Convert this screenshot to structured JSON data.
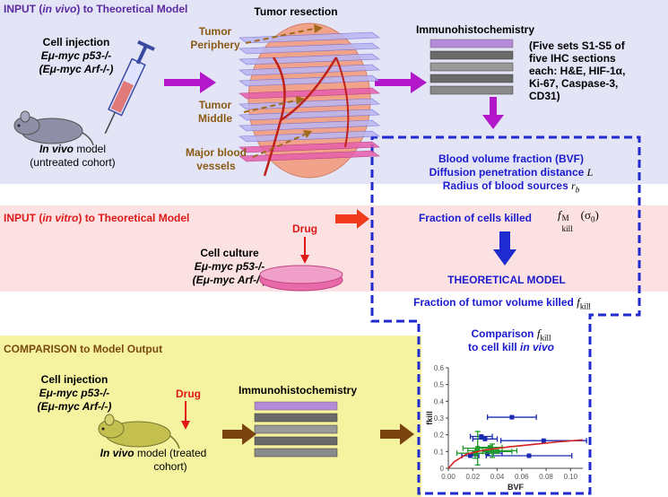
{
  "panels": {
    "invivo": {
      "title_prefix": "INPUT (",
      "title_em": "in vivo",
      "title_suffix": ") to Theoretical Model"
    },
    "invitro": {
      "title_prefix": "INPUT (",
      "title_em": "in vitro",
      "title_suffix": ") to Theoretical Model"
    },
    "comparison": {
      "title": "COMPARISON to Model Output"
    }
  },
  "invivo": {
    "cell_injection": "Cell injection",
    "genotype1": "Eμ-myc p53-/-",
    "genotype2": "(Eμ-myc Arf-/-)",
    "model_em": "In vivo",
    "model_rest": "model",
    "cohort": "(untreated cohort)",
    "tumor_resection": "Tumor resection",
    "tumor_periphery1": "Tumor",
    "tumor_periphery2": "Periphery",
    "tumor_middle1": "Tumor",
    "tumor_middle2": "Middle",
    "vessels1": "Major blood",
    "vessels2": "vessels",
    "ihc": "Immunohistochemistry",
    "ihc_desc": [
      "(Five sets S1-S5 of",
      "five IHC sections",
      "each: H&E, HIF-1α,",
      "Ki-67, Caspase-3,",
      "CD31)"
    ]
  },
  "model": {
    "bvf": "Blood volume fraction (BVF)",
    "diffusion": "Diffusion penetration distance",
    "diffusion_sym": "L",
    "radius": "Radius of blood sources",
    "radius_sym": "r",
    "radius_sub": "b",
    "fraction_cells": "Fraction of cells killed",
    "fkill_m": "f",
    "fkill_m_sub": "kill",
    "fkill_m_sup": "M",
    "sigma": "(σ",
    "sigma_sub": "0",
    "sigma_close": ")",
    "theoretical": "THEORETICAL MODEL",
    "fraction_tumor": "Fraction of tumor volume killed",
    "fkill": "f",
    "fkill_sub": "kill"
  },
  "invitro": {
    "drug": "Drug",
    "cell_culture": "Cell culture",
    "genotype1": "Eμ-myc p53-/-",
    "genotype2": "(Eμ-myc Arf-/-)"
  },
  "comparison": {
    "cell_injection": "Cell injection",
    "genotype1": "Eμ-myc p53-/-",
    "genotype2": "(Eμ-myc Arf-/-)",
    "drug": "Drug",
    "model_em": "In vivo",
    "model_rest": "model (treated",
    "cohort": "cohort)",
    "ihc": "Immunohistochemistry",
    "plot_title1": "Comparison",
    "plot_title_f": "f",
    "plot_title_sub": "kill",
    "plot_title2_pre": "to cell kill",
    "plot_title2_em": "in vivo"
  },
  "colors": {
    "invivo_bg": "#e4e4f7",
    "invitro_bg": "#fbe1e1",
    "comparison_bg": "#f6f3a0",
    "purple_arrow": "#b217c9",
    "red_arrow": "#f03a1c",
    "brown_arrow": "#7a4410",
    "model_border": "#1f2ad0"
  },
  "chart_data": {
    "type": "scatter",
    "xlabel": "BVF",
    "ylabel": "fkill",
    "xlim": [
      0,
      0.11
    ],
    "ylim": [
      0,
      0.6
    ],
    "xticks": [
      "0.00",
      "0.02",
      "0.04",
      "0.06",
      "0.08",
      "0.10"
    ],
    "yticks": [
      "0",
      "0.1",
      "0.2",
      "0.3",
      "0.4",
      "0.5",
      "0.6"
    ],
    "series": [
      {
        "color": "#1a2ab0",
        "points": [
          {
            "x": 0.052,
            "y": 0.305,
            "xerr": 0.02
          },
          {
            "x": 0.078,
            "y": 0.165,
            "xerr": 0.035
          },
          {
            "x": 0.027,
            "y": 0.19,
            "xerr": 0.009
          },
          {
            "x": 0.03,
            "y": 0.175,
            "xerr": 0.01
          },
          {
            "x": 0.066,
            "y": 0.075,
            "xerr": 0.035
          },
          {
            "x": 0.018,
            "y": 0.075,
            "xerr": 0.007
          },
          {
            "x": 0.032,
            "y": 0.09,
            "xerr": 0.012
          }
        ]
      },
      {
        "color": "#1e9a2a",
        "points": [
          {
            "x": 0.024,
            "y": 0.12,
            "xerr": 0.012,
            "yerr": 0.1
          },
          {
            "x": 0.036,
            "y": 0.105,
            "xerr": 0.02,
            "yerr": 0.04
          },
          {
            "x": 0.022,
            "y": 0.09,
            "xerr": 0.015,
            "yerr": 0.03
          },
          {
            "x": 0.04,
            "y": 0.1,
            "xerr": 0.012
          },
          {
            "x": 0.034,
            "y": 0.125,
            "xerr": 0.01
          }
        ]
      },
      {
        "color": "#d42020",
        "type": "line",
        "points": [
          {
            "x": 0.0,
            "y": 0.0
          },
          {
            "x": 0.005,
            "y": 0.04
          },
          {
            "x": 0.015,
            "y": 0.085
          },
          {
            "x": 0.03,
            "y": 0.11
          },
          {
            "x": 0.05,
            "y": 0.128
          },
          {
            "x": 0.07,
            "y": 0.143
          },
          {
            "x": 0.09,
            "y": 0.158
          },
          {
            "x": 0.11,
            "y": 0.17
          }
        ]
      }
    ]
  }
}
